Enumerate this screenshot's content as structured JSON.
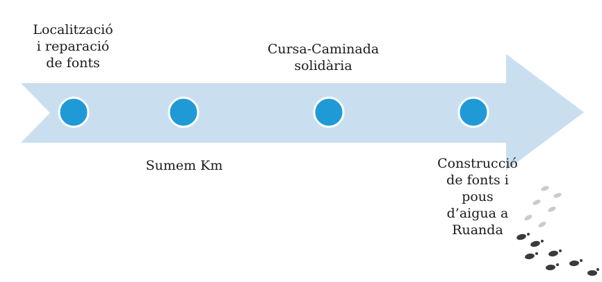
{
  "diagram": {
    "colors": {
      "arrow": "#c9dff0",
      "node": "#1f9ad6",
      "text": "#1a1a1a"
    },
    "steps": [
      {
        "label": "Localització\ni reparació\nde fonts",
        "position": "above"
      },
      {
        "label": "Sumem Km",
        "position": "below"
      },
      {
        "label": "Cursa-Caminada\nsolidària",
        "position": "above"
      },
      {
        "label": "Construcció\nde fonts i\npous\nd’aigua a\nRuanda",
        "position": "below"
      }
    ],
    "decoration": {
      "icon": "footprints-icon"
    }
  }
}
